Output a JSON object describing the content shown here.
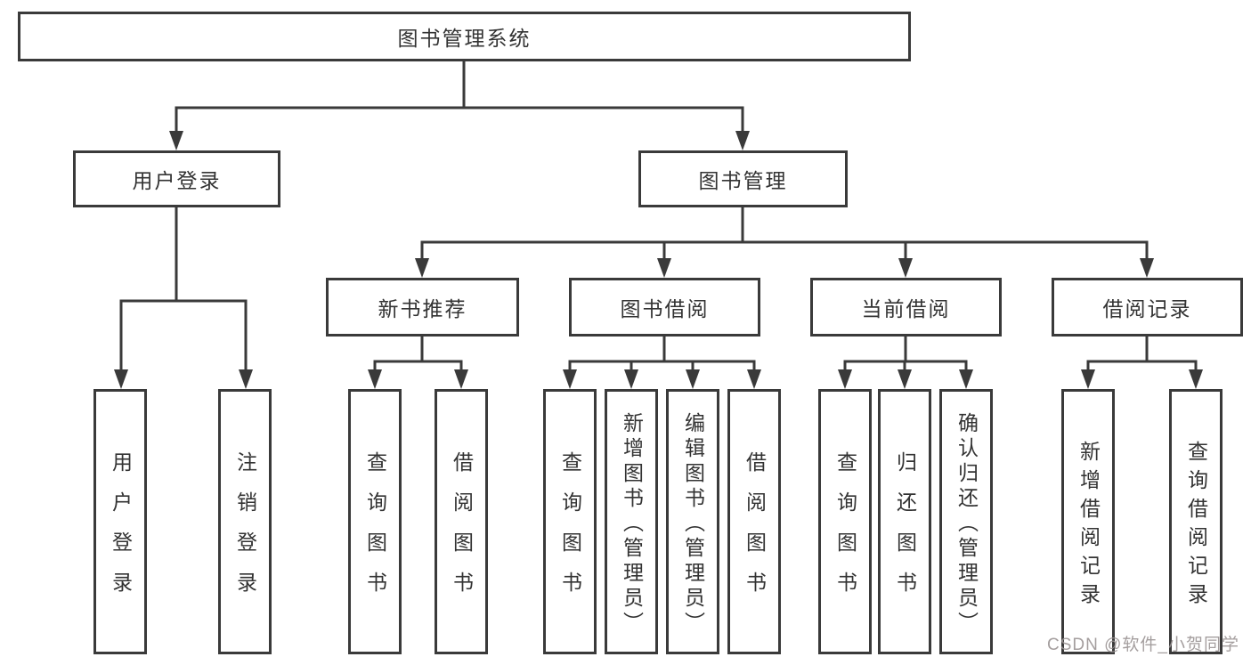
{
  "tree": {
    "root": {
      "label": "图书管理系统"
    },
    "branches": [
      {
        "label": "用户登录",
        "children": [
          {
            "label": "用户登录"
          },
          {
            "label": "注销登录"
          }
        ]
      },
      {
        "label": "图书管理",
        "groups": [
          {
            "label": "新书推荐",
            "children": [
              {
                "label": "查询图书"
              },
              {
                "label": "借阅图书"
              }
            ]
          },
          {
            "label": "图书借阅",
            "children": [
              {
                "label": "查询图书"
              },
              {
                "label": "新增图书（管理员）"
              },
              {
                "label": "编辑图书（管理员）"
              },
              {
                "label": "借阅图书"
              }
            ]
          },
          {
            "label": "当前借阅",
            "children": [
              {
                "label": "查询图书"
              },
              {
                "label": "归还图书"
              },
              {
                "label": "确认归还（管理员）"
              }
            ]
          },
          {
            "label": "借阅记录",
            "children": [
              {
                "label": "新增借阅记录"
              },
              {
                "label": "查询借阅记录"
              }
            ]
          }
        ]
      }
    ]
  },
  "watermark": {
    "text": "CSDN @软件_小贺同学"
  },
  "colors": {
    "line": "#3a3a3a",
    "text": "#333333",
    "background": "#ffffff",
    "watermark": "#9a9494"
  }
}
